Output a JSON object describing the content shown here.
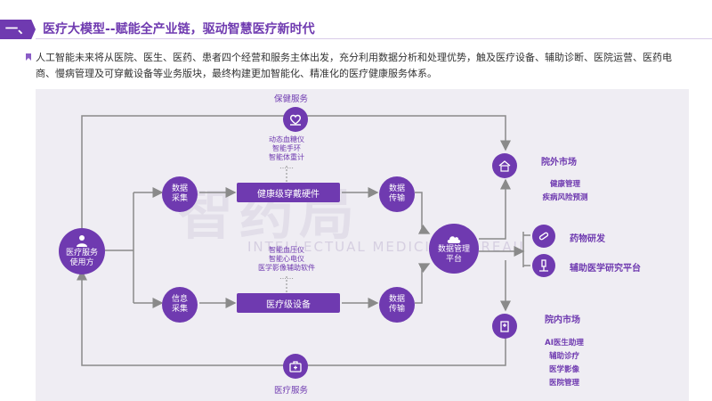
{
  "header": {
    "tab": "一、",
    "title": "医疗大模型--赋能全产业链，驱动智慧医疗新时代"
  },
  "intro": {
    "text": "人工智能未来将从医院、医生、医药、患者四个经营和服务主体出发，充分利用数据分析和处理优势，触及医疗设备、辅助诊断、医院运营、医药电商、慢病管理及可穿戴设备等业务版块，最终构建更加智能化、精准化的医疗健康服务体系。"
  },
  "diagram": {
    "user_node": "医疗服务\n使用方",
    "top_service": "保健服务",
    "bottom_service": "医疗服务",
    "collect_top": "数据\n采集",
    "collect_bottom": "信息\n采集",
    "wearable_label": "健康级穿戴硬件",
    "medical_device_label": "医疗级设备",
    "transfer_top": "数据\n传输",
    "transfer_bottom": "数据\n传输",
    "wearable_devices": [
      "动态血糖仪",
      "智能手环",
      "智能体重计"
    ],
    "medical_devices": [
      "智能血压仪",
      "智能心电仪",
      "医学影像辅助软件"
    ],
    "dots": "……",
    "platform": "数据管理\n平台",
    "outside_market": {
      "title": "院外市场",
      "items": [
        "健康管理",
        "疾病风险预测"
      ]
    },
    "drug_research": "药物研发",
    "research_platform": "辅助医学研究平台",
    "inside_market": {
      "title": "院内市场",
      "items": [
        "AI医生助理",
        "辅助诊疗",
        "医学影像",
        "医院管理"
      ]
    },
    "watermark": "智药局",
    "watermark_sub": "INTELLECTUAL MEDICINE BUREAU"
  },
  "colors": {
    "primary": "#6f3ab0",
    "panel": "#efedf3",
    "line": "#8a8a8a"
  }
}
